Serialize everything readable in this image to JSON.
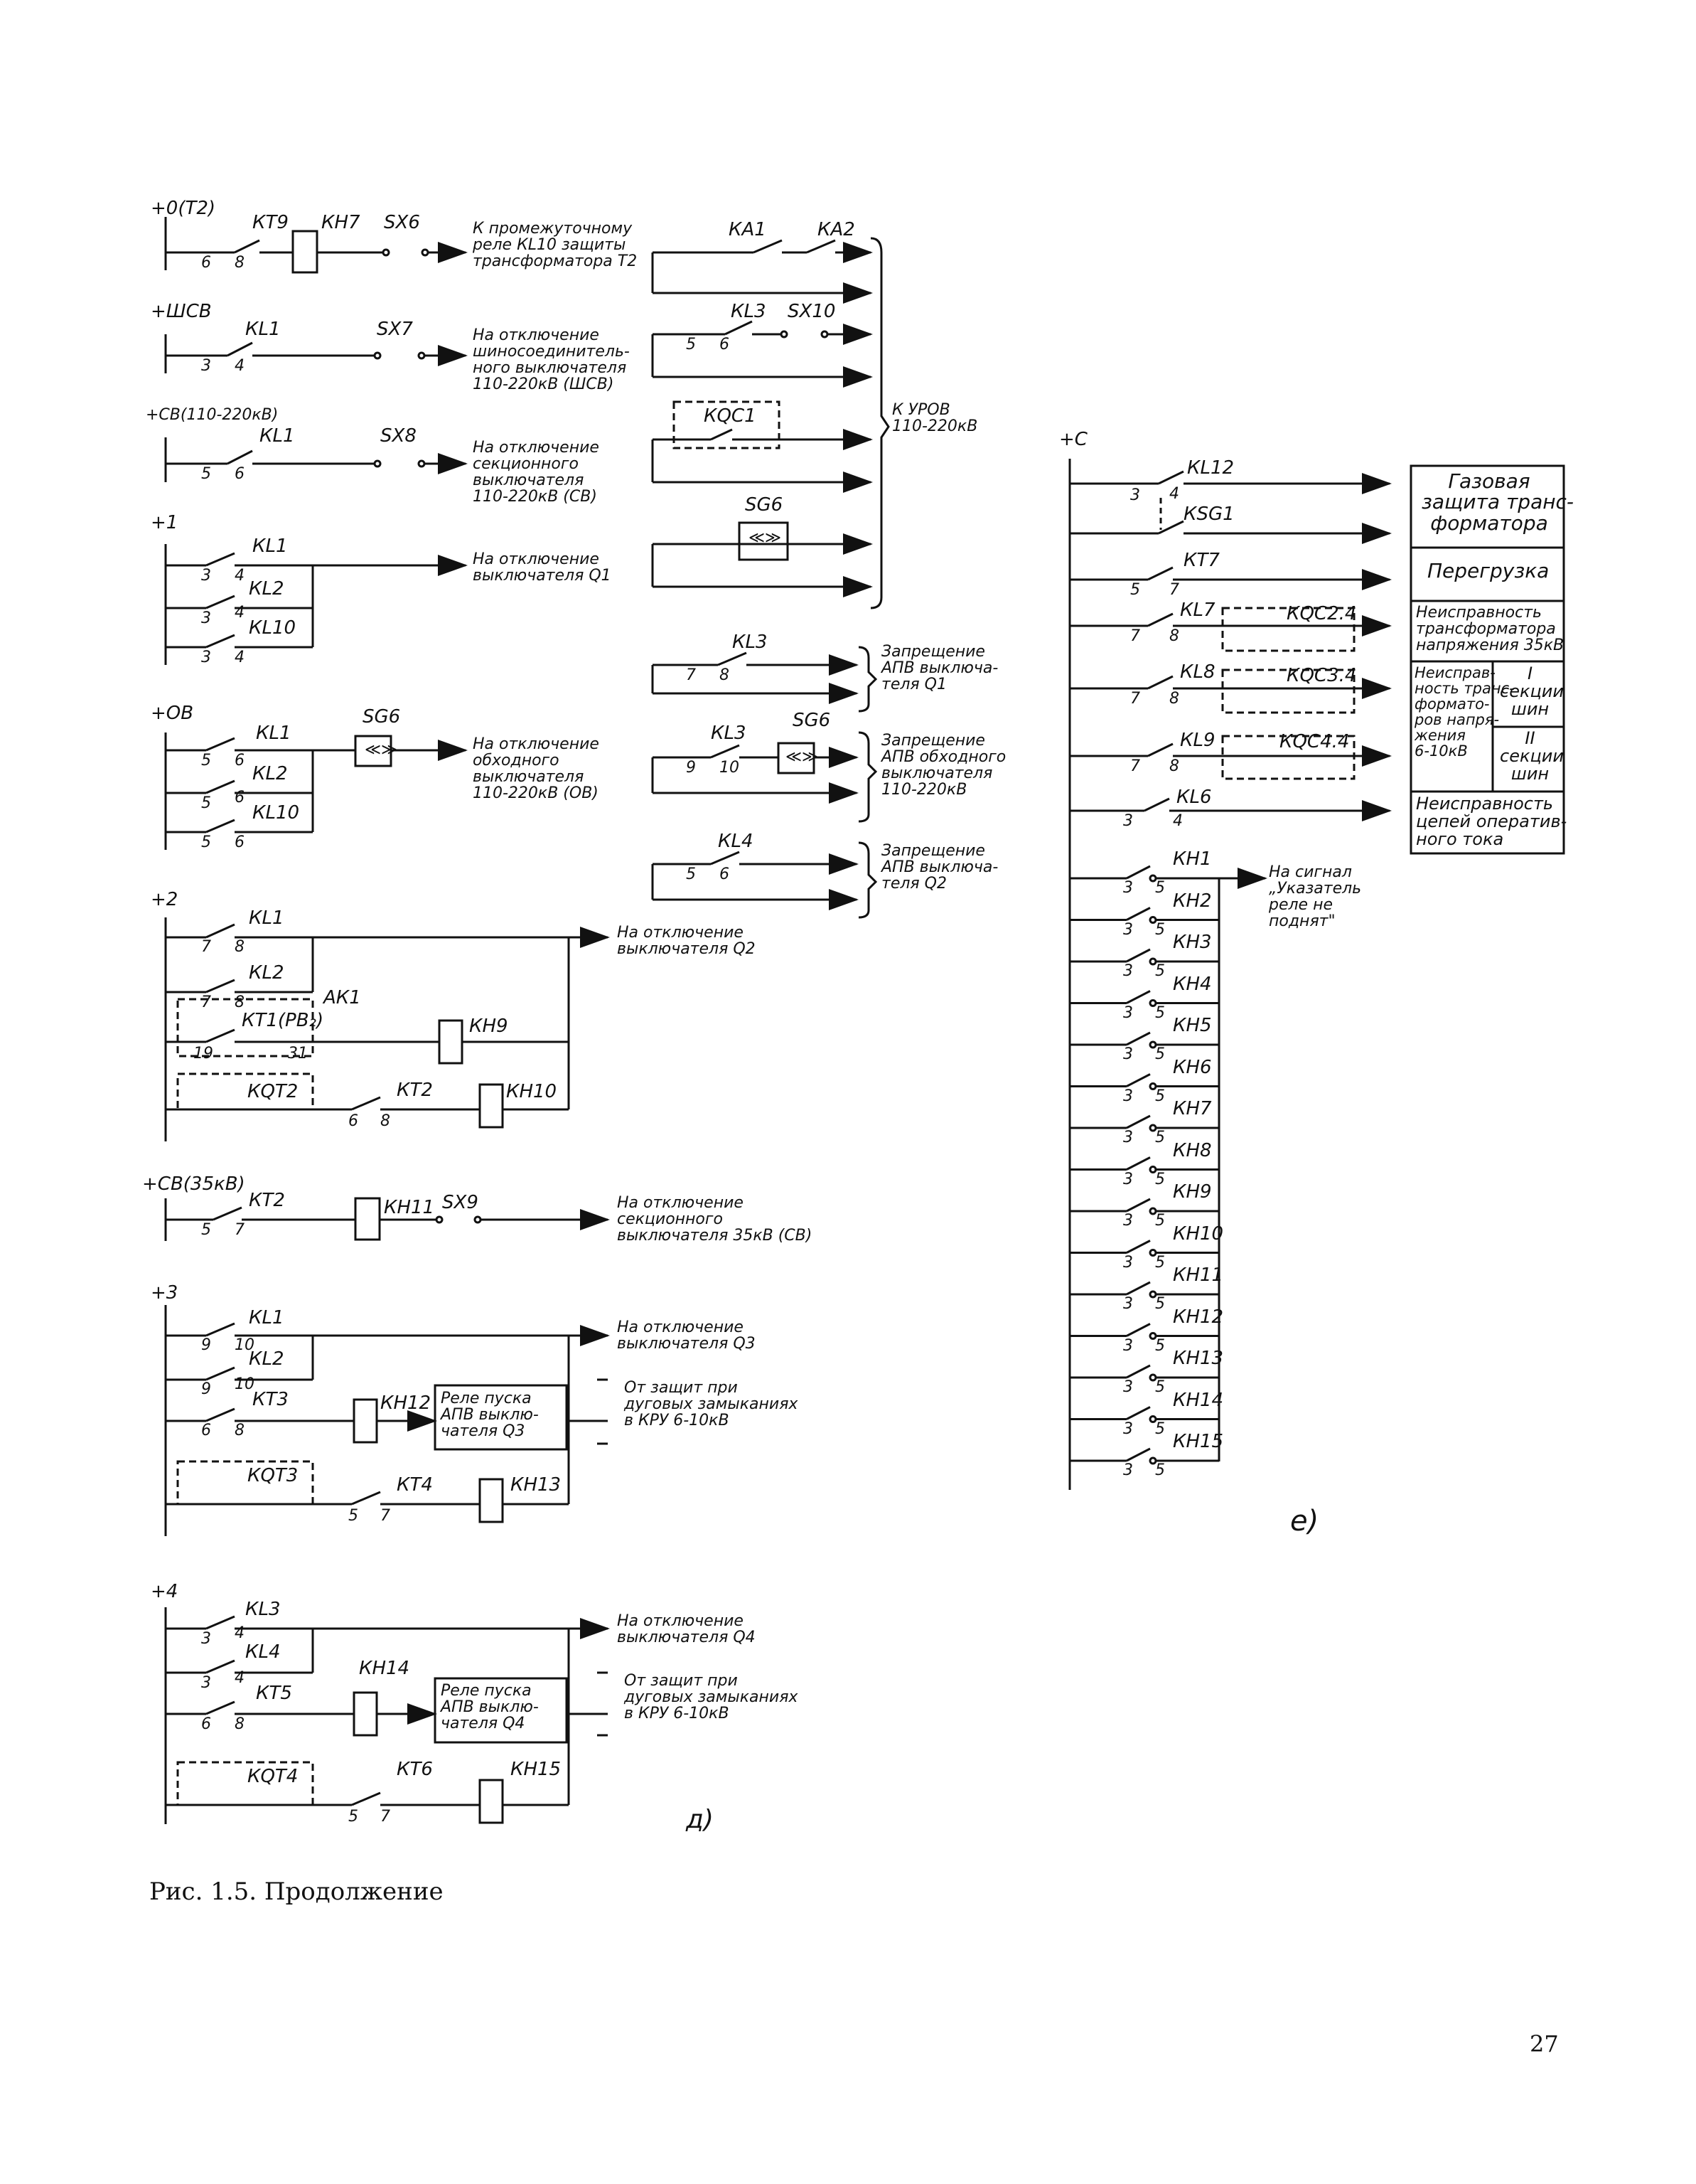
{
  "caption": "Рис. 1.5. Продолжение",
  "page_number": "27",
  "subfigures": {
    "left": "д)",
    "right": "е)"
  },
  "buses": {
    "b0": "+0(Т2)",
    "bshcv": "+ШСВ",
    "bsv110": "+СВ(110-220кВ)",
    "b1": "+1",
    "bob": "+ОВ",
    "b2": "+2",
    "bsv35": "+СВ(35кВ)",
    "b3": "+3",
    "b4": "+4",
    "bc": "+С"
  },
  "devices": {
    "kt9": "КТ9",
    "kh7": "КН7",
    "sx6": "SX6",
    "kl1": "КL1",
    "sx7": "SX7",
    "sx8": "SX8",
    "kl2": "КL2",
    "kl10": "КL10",
    "sg6": "SG6",
    "ak1": "АК1",
    "kt1": "КТ1(РВ₂)",
    "kh9": "КН9",
    "kqt2": "КQТ2",
    "kt2": "КТ2",
    "kh10": "КН10",
    "kh11": "КН11",
    "sx9": "SX9",
    "kt3": "КТ3",
    "kh12": "КН12",
    "kqt3": "КQТ3",
    "kt4": "КТ4",
    "kh13": "КН13",
    "kl3": "КL3",
    "kl4": "КL4",
    "kt5": "КТ5",
    "kh14": "КН14",
    "kqt4": "КQТ4",
    "kt6": "КТ6",
    "kh15": "КН15",
    "ka1": "КА1",
    "ka2": "КА2",
    "sx10": "SX10",
    "kqc1": "КQС1",
    "kl12": "КL12",
    "ksg1": "КSG1",
    "kt7": "КТ7",
    "kl7": "КL7",
    "kqc24": "КQС2.4",
    "kl8": "КL8",
    "kqc34": "КQС3.4",
    "kl9": "КL9",
    "kqc44": "КQС4.4",
    "kl6": "КL6"
  },
  "kh_list": [
    "КН1",
    "КН2",
    "КН3",
    "КН4",
    "КН5",
    "КН6",
    "КН7",
    "КН8",
    "КН9",
    "КН10",
    "КН11",
    "КН12",
    "КН13",
    "КН14",
    "КН15"
  ],
  "pins": {
    "p3": "3",
    "p4": "4",
    "p5": "5",
    "p6": "6",
    "p7": "7",
    "p8": "8",
    "p9": "9",
    "p10": "10",
    "p19": "19",
    "p31": "31"
  },
  "labels": {
    "to_kl10": "К промежуточному\nреле КL10 защиты\nтрансформатора Т2",
    "off_shcv": "На отключение\nшиносоединитель-\nного выключателя\n110-220кВ (ШСВ)",
    "off_sv110": "На отключение\nсекционного\nвыключателя\n110-220кВ (СВ)",
    "off_q1": "На отключение\nвыключателя Q1",
    "off_ov": "На отключение\nобходного\nвыключателя\n110-220кВ (ОВ)",
    "off_q2": "На отключение\nвыключателя Q2",
    "off_sv35": "На отключение\nсекционного\nвыключателя 35кВ (СВ)",
    "off_q3": "На отключение\nвыключателя Q3",
    "arc_q3": "От защит при\nдуговых замыканиях\nв КРУ 6-10кВ",
    "apv_q3": "Реле пуска\nАПВ выклю-\nчателя Q3",
    "off_q4": "На отключение\nвыключателя Q4",
    "arc_q4": "От защит при\nдуговых замыканиях\nв КРУ 6-10кВ",
    "apv_q4": "Реле пуска\nАПВ выклю-\nчателя Q4",
    "urov": "К УРОВ\n110-220кВ",
    "ban_q1": "Запрещение\nАПВ выключа-\nтеля Q1",
    "ban_ov": "Запрещение\nАПВ обходного\nвыключателя\n110-220кВ",
    "ban_q2": "Запрещение\nАПВ выключа-\nтеля Q2",
    "signal": "На сигнал\n„Указатель\nреле не\nподнят\""
  },
  "signal_table": {
    "gas": "Газовая\nзащита транс-\nформатора",
    "overload": "Перегрузка",
    "volt35": "Неисправность\nтрансформатора\nнапряжения 35кВ",
    "volt610": "Неисправ-\nность транс-\nформато-\nров напря-\nжения\n6-10кВ",
    "sec1": "I\nсекции\nшин",
    "sec2": "II\nсекции\nшин",
    "opcur": "Неисправность\nцепей оператив-\nного тока"
  }
}
